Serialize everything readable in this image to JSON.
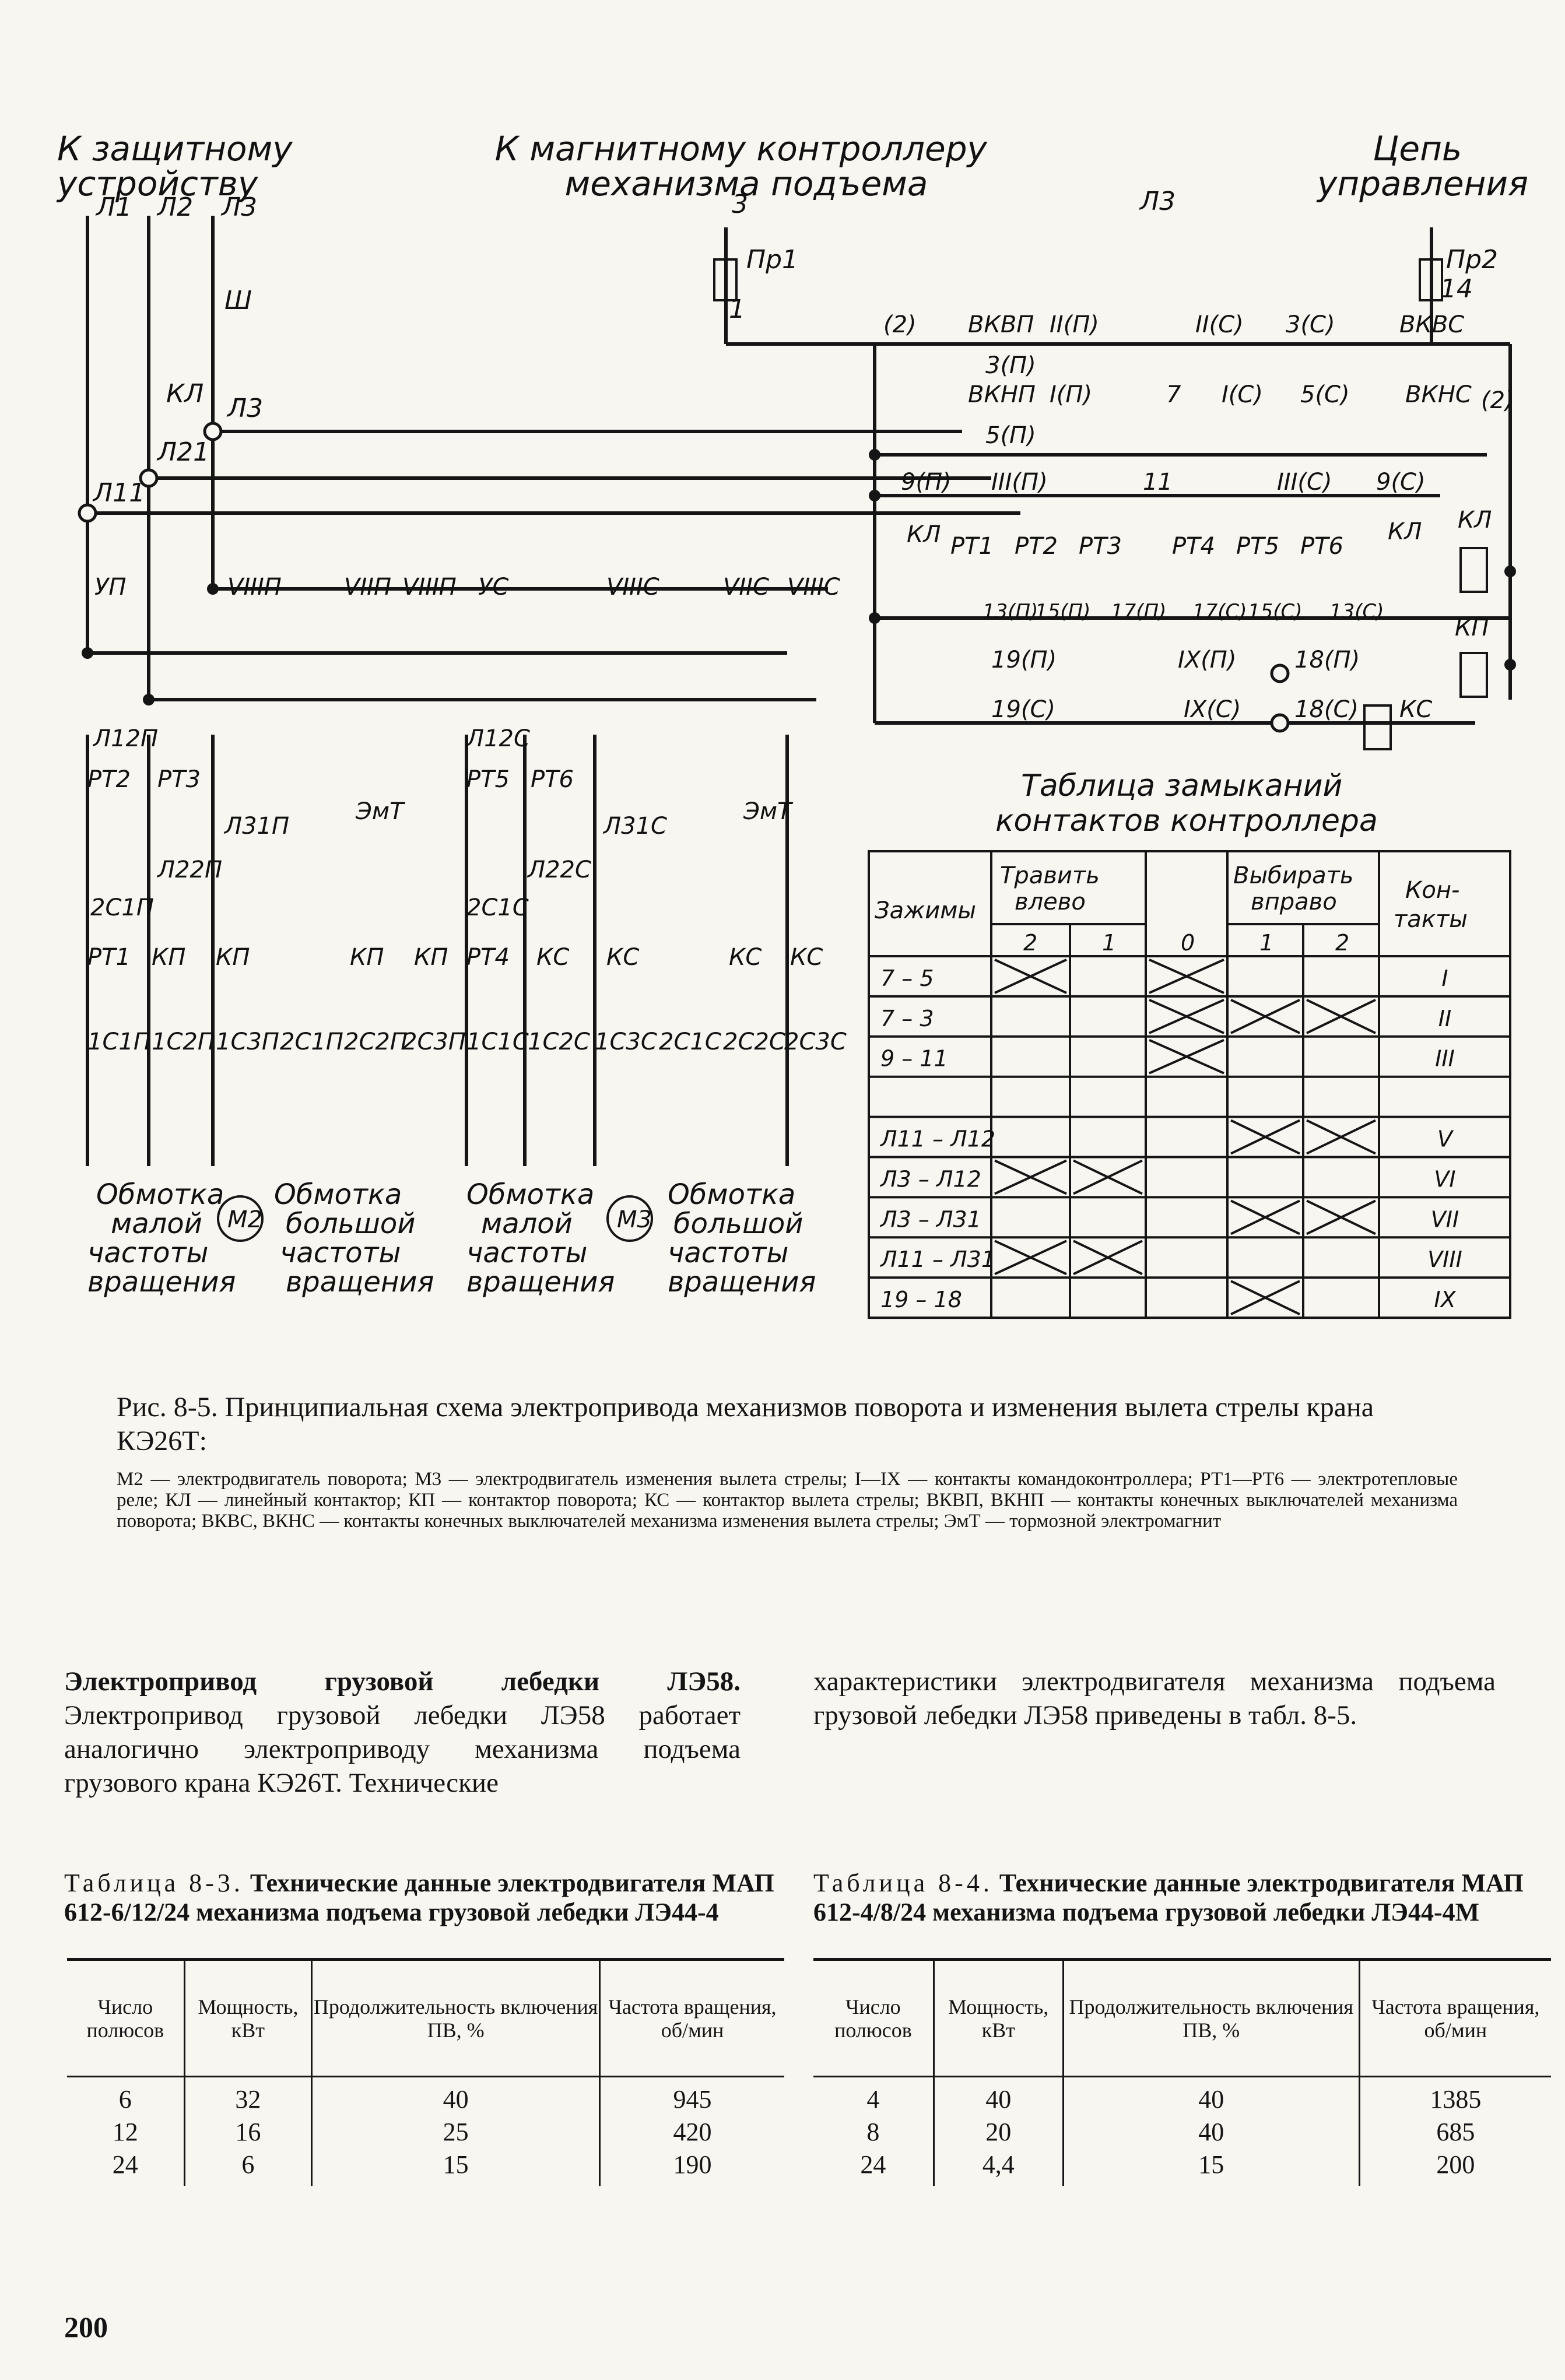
{
  "diagram": {
    "top_labels": {
      "protective": [
        "К защитному",
        "устройству"
      ],
      "magnetic": [
        "К магнитному контроллеру",
        "механизма подъема"
      ],
      "control": [
        "Цепь",
        "управления"
      ]
    },
    "phase_labels": [
      "Л1",
      "Л2",
      "Л3",
      "Л3",
      "Л3",
      "Л21",
      "Л11",
      "Ш",
      "КЛ",
      "Пр1",
      "Пр2",
      "3",
      "1",
      "14"
    ],
    "power_labels": [
      "УП",
      "VIIIП",
      "VIIП",
      "VIIIП",
      "УС",
      "VIIIС",
      "VIIС",
      "VIIIС",
      "Л12П",
      "Л12С",
      "РТ2",
      "РТ3",
      "РТ5",
      "РТ6",
      "Л31П",
      "Л31С",
      "ЭмТ",
      "ЭмТ",
      "Л22П",
      "Л22С",
      "2С1П",
      "2С1С",
      "РТ1",
      "КП",
      "КП",
      "КП",
      "КП",
      "РТ4",
      "КС",
      "КС",
      "КС",
      "КС",
      "1С1П",
      "1С2П",
      "1С3П",
      "2С1П",
      "2С2П",
      "2С3П",
      "1С1С",
      "1С2С",
      "1С3С",
      "2С1С",
      "2С2С",
      "2С3С",
      "М2",
      "М3"
    ],
    "winding_labels": {
      "low": [
        "Обмотка",
        "малой",
        "частоты",
        "вращения"
      ],
      "high": [
        "Обмотка",
        "большой",
        "частоты",
        "вращения"
      ]
    },
    "control_labels": [
      "(2)",
      "ВКВП",
      "II(П)",
      "II(С)",
      "3(С)",
      "ВКВС",
      "3(П)",
      "ВКНП",
      "I(П)",
      "7",
      "I(С)",
      "5(С)",
      "ВКНС",
      "(2)",
      "5(П)",
      "9(П)",
      "III(П)",
      "11",
      "III(С)",
      "9(С)",
      "КЛ",
      "РТ1",
      "РТ2",
      "РТ3",
      "РТ4",
      "РТ5",
      "РТ6",
      "КЛ",
      "КЛ",
      "13(П)",
      "15(П)",
      "17(П)",
      "17(С)",
      "15(С)",
      "13(С)",
      "КП",
      "19(П)",
      "IX(П)",
      "18(П)",
      "19(С)",
      "IX(С)",
      "18(С)",
      "КС"
    ],
    "switch_table": {
      "title": [
        "Таблица замыканий",
        "контактов контроллера"
      ],
      "clamps": "Зажимы",
      "left": [
        "Травить",
        "влево"
      ],
      "right": [
        "Выбирать",
        "вправо"
      ],
      "contacts": [
        "Кон-",
        "такты"
      ],
      "positions": [
        "2",
        "1",
        "0",
        "1",
        "2"
      ],
      "rows": [
        {
          "clamp": "7 – 5",
          "contact": "I",
          "marks": [
            1,
            0,
            1,
            0,
            0
          ]
        },
        {
          "clamp": "7 – 3",
          "contact": "II",
          "marks": [
            0,
            0,
            1,
            1,
            1
          ]
        },
        {
          "clamp": "9 – 11",
          "contact": "III",
          "marks": [
            0,
            0,
            1,
            0,
            0
          ]
        },
        {
          "clamp": "",
          "contact": "",
          "marks": [
            0,
            0,
            0,
            0,
            0
          ]
        },
        {
          "clamp": "Л11 – Л12",
          "contact": "V",
          "marks": [
            0,
            0,
            0,
            1,
            1
          ]
        },
        {
          "clamp": "Л3 – Л12",
          "contact": "VI",
          "marks": [
            1,
            1,
            0,
            0,
            0
          ]
        },
        {
          "clamp": "Л3 – Л31",
          "contact": "VII",
          "marks": [
            0,
            0,
            0,
            1,
            1
          ]
        },
        {
          "clamp": "Л11 – Л31",
          "contact": "VIII",
          "marks": [
            1,
            1,
            0,
            0,
            0
          ]
        },
        {
          "clamp": "19 – 18",
          "contact": "IX",
          "marks": [
            0,
            0,
            0,
            1,
            0
          ]
        }
      ]
    }
  },
  "caption": {
    "figure": "Рис. 8-5. Принципиальная схема электропривода механизмов поворота и изменения вылета стрелы крана КЭ26Т:",
    "legend": "М2 — электродвигатель поворота; М3 — электродвигатель изменения вылета стрелы; I—IX — контакты командоконтроллера; РТ1—РТ6 — электротепловые реле; КЛ — линейный контактор; КП — контактор поворота; КС — контактор вылета стрелы; ВКВП, ВКНП — контакты конечных выключателей механизма поворота; ВКВС, ВКНС — контакты конечных выключателей механизма изменения вылета стрелы; ЭмТ — тормозной электромагнит"
  },
  "text": {
    "left_heading": "Электропривод грузовой лебедки ЛЭ58.",
    "left_body": "Электропривод грузовой лебедки ЛЭ58 работает аналогично электроприводу механизма подъема грузового крана КЭ26Т. Технические",
    "right_body": "характеристики электродвигателя механизма подъема грузовой лебедки ЛЭ58 приведены в табл. 8-5."
  },
  "table_8_3": {
    "label": "Таблица 8-3.",
    "title": "Технические данные электродвигателя МАП 612-6/12/24 механизма подъема грузовой лебедки ЛЭ44-4",
    "headers": [
      "Число полюсов",
      "Мощность, кВт",
      "Продолжительность включения ПВ, %",
      "Частота вращения, об/мин"
    ],
    "rows": [
      [
        "6",
        "32",
        "40",
        "945"
      ],
      [
        "12",
        "16",
        "25",
        "420"
      ],
      [
        "24",
        "6",
        "15",
        "190"
      ]
    ]
  },
  "table_8_4": {
    "label": "Таблица 8-4.",
    "title": "Технические данные электродвигателя МАП 612-4/8/24 механизма подъема грузовой лебедки ЛЭ44-4М",
    "headers": [
      "Число полюсов",
      "Мощность, кВт",
      "Продолжительность включения ПВ, %",
      "Частота вращения, об/мин"
    ],
    "rows": [
      [
        "4",
        "40",
        "40",
        "1385"
      ],
      [
        "8",
        "20",
        "40",
        "685"
      ],
      [
        "24",
        "4,4",
        "15",
        "200"
      ]
    ]
  },
  "page_number": "200"
}
